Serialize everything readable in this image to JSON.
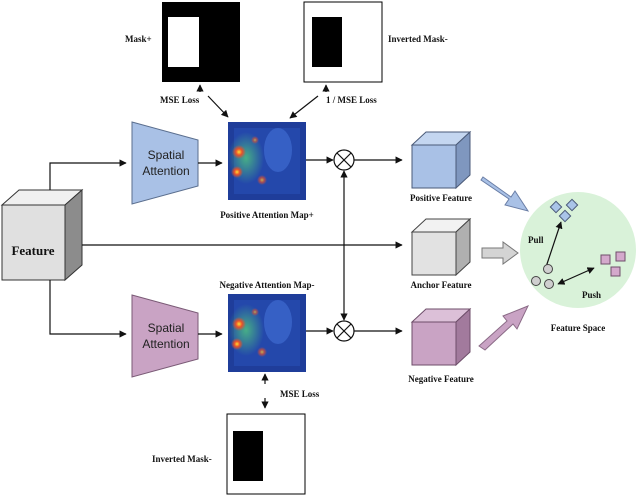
{
  "labels": {
    "mask_plus": "Mask+",
    "inverted_mask_top": "Inverted Mask-",
    "mse_loss_top": "MSE Loss",
    "inv_mse_loss": "1 / MSE Loss",
    "spatial_attention_line1": "Spatial",
    "spatial_attention_line2": "Attention",
    "positive_attention_map": "Positive Attention Map+",
    "negative_attention_map": "Negative Attention Map-",
    "feature": "Feature",
    "positive_feature": "Positive Feature",
    "anchor_feature": "Anchor Feature",
    "negative_feature": "Negative Feature",
    "pull": "Pull",
    "push": "Push",
    "feature_space": "Feature Space",
    "mse_loss_bottom": "MSE Loss",
    "inverted_mask_bottom": "Inverted Mask-"
  },
  "colors": {
    "positive_blue": "#a9c1e6",
    "negative_pink": "#c9a3c4",
    "anchor_gray": "#e2e2e2",
    "feature_space_green": "#d9f2d9",
    "diamond_blue": "#a9c4e8",
    "square_pink": "#d4a9cc",
    "circle_gray": "#cfcfcf",
    "heatmap_base": "#1f3d9a"
  }
}
